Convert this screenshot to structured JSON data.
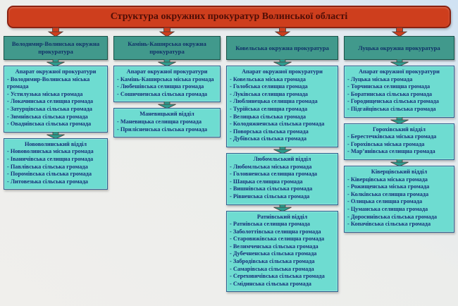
{
  "title": "Структура окружних прокуратур Волинської області",
  "colors": {
    "banner_bg": "#ce3e1d",
    "banner_border": "#8a2110",
    "banner_text": "#4f0e06",
    "header_bg": "#41998c",
    "header_border": "#1c5248",
    "header_text": "#103068",
    "box_bg": "#6edcd1",
    "box_border": "#2f6090",
    "box_text": "#152e78",
    "arrow_red": "#ce3e1d",
    "arrow_teal": "#2e9c8e",
    "arrow_outline": "#4a3c38"
  },
  "columns": [
    {
      "header": "Володимир-Волинська окружна прокуратура",
      "boxes": [
        {
          "title": "Апарат окружної прокуратури",
          "items": [
            "Володимир-Волинська міська громада",
            "Устилузька міська громада",
            "Локачинська селищна громада",
            "Затурцівська сільська громада",
            "Зимнівська сільська громада",
            "Оваднівська сільська громада"
          ]
        },
        {
          "title": "Нововолинський відділ",
          "items": [
            "Нововолинська міська громада",
            "Іваничівська селищна громада",
            "Павлівська сільська громада",
            "Поромівська сільська громада",
            "Литовезька сільська громада"
          ]
        }
      ]
    },
    {
      "header": "Камінь-Каширська окружна прокуратура",
      "boxes": [
        {
          "title": "Апарат окружної прокуратури",
          "items": [
            "Камінь-Каширська міська громада",
            "Любешівська селищна громада",
            "Сошичненська сільська громада"
          ]
        },
        {
          "title": "Маневицький відділ",
          "items": [
            "Маневицька селищна громада",
            "Прилісненська сільська громада"
          ]
        }
      ]
    },
    {
      "header": "Ковельська окружна прокуратура",
      "boxes": [
        {
          "title": "Апарат окружної прокуратури",
          "items": [
            "Ковельська міська громада",
            "Голобська селищна громада",
            "Луківська селищна громада",
            "Люблинецька селищна громада",
            "Турійська селищна громада",
            "Велицька сільська громада",
            "Колодяжненська сільська громада",
            "Поворська сільська громада",
            "Дубівська сільська громада"
          ]
        },
        {
          "title": "Любомльський відділ",
          "items": [
            "Любомльська міська громада",
            "Головненська селищна громада",
            "Шацька селищна громада",
            "Вишнівська сільська громада",
            "Рівненська сільська громада"
          ]
        },
        {
          "title": "Ратнівський відділ",
          "items": [
            "Ратнівська селищна громада",
            "Заболоттівська селищна громада",
            "Старовижівська селищна громада",
            "Велимченська сільська громада",
            "Дубечненська сільська громада",
            "Забродівська сільська громада",
            "Самарівська сільська громада",
            "Сереховичівська сільська громада",
            "Смідинська сільська громада"
          ]
        }
      ]
    },
    {
      "header": "Луцька окружна прокуратура",
      "boxes": [
        {
          "title": "Апарат окружної прокуратури",
          "items": [
            "Луцька міська громада",
            "Торчинська селищна громада",
            "Боратинська сільська громада",
            "Городищенська сільська громада",
            "Підгайцівська сільська громада"
          ]
        },
        {
          "title": "Горохівський відділ",
          "items": [
            "Берестечківська міська громада",
            "Горохівська міська громада",
            "Мар’янівська селищна громада"
          ]
        },
        {
          "title": "Ківерцівський відділ",
          "items": [
            "Ківерцівська міська громада",
            "Рожищенська міська громада",
            "Колківська селищна громада",
            "Олицька селищна громада",
            "Цуманська селищна громада",
            "Доросинівська сільська громада",
            "Копачівська сільська громада"
          ]
        }
      ]
    }
  ]
}
